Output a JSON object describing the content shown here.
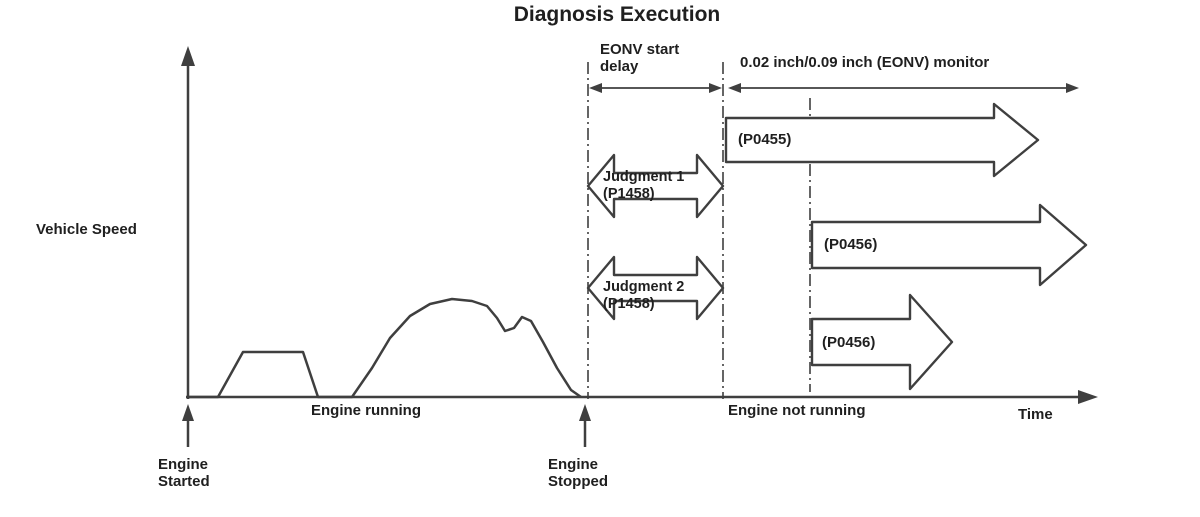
{
  "title": "Diagnosis Execution",
  "axes": {
    "y_label": "Vehicle Speed",
    "x_label": "Time"
  },
  "timeline": {
    "eonv_start_delay": "EONV start\ndelay",
    "monitor_label": "0.02 inch/0.09 inch (EONV) monitor"
  },
  "phases": {
    "engine_running": "Engine running",
    "engine_not_running": "Engine not running"
  },
  "events": {
    "engine_started": "Engine\nStarted",
    "engine_stopped": "Engine\nStopped"
  },
  "judgment_arrows": [
    {
      "label": "Judgment 1\n(P1458)"
    },
    {
      "label": "Judgment 2\n(P1458)"
    }
  ],
  "monitor_arrows": [
    {
      "label": "(P0455)"
    },
    {
      "label": "(P0456)"
    },
    {
      "label": "(P0456)"
    }
  ],
  "colors": {
    "stroke": "#3f3f3f",
    "text": "#1f1f1f",
    "background": "#ffffff"
  }
}
